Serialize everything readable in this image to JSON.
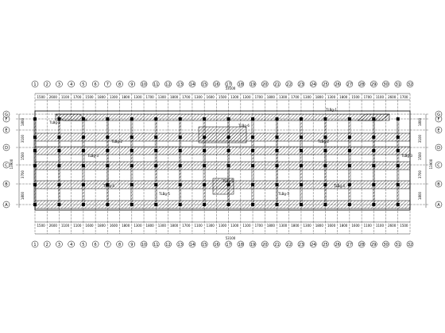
{
  "drawing": {
    "top_overall": "53100",
    "bottom_overall": "53100",
    "top_segments": [
      "1500",
      "2600",
      "1100",
      "1700",
      "1500",
      "1800",
      "1300",
      "1800",
      "1300",
      "1700",
      "1300",
      "1800",
      "1700",
      "1300",
      "1600",
      "1500",
      "1300",
      "1300",
      "1700",
      "1800",
      "1300",
      "1700",
      "1300",
      "1800",
      "1300",
      "1800",
      "1500",
      "1700",
      "1100",
      "2600",
      "1700"
    ],
    "bottom_segments": [
      "1500",
      "2600",
      "1100",
      "1100",
      "1600",
      "1800",
      "1600",
      "1800",
      "1300",
      "1800",
      "1300",
      "1800",
      "1700",
      "1100",
      "1300",
      "1300",
      "1300",
      "1100",
      "1700",
      "1800",
      "1300",
      "1800",
      "1300",
      "1800",
      "1600",
      "1800",
      "1600",
      "1100",
      "1100",
      "2600",
      "1500"
    ],
    "grid_rows": [
      "A",
      "B",
      "C",
      "D",
      "E",
      "F",
      "G"
    ],
    "left_dims": [
      "1800",
      "3100",
      "1500",
      "3700",
      "1800"
    ],
    "left_total": "13900",
    "right_dims": [
      "1800",
      "3100",
      "1500",
      "3700",
      "1800"
    ],
    "right_total": "13900",
    "beam_tags": [
      "TLBg-1",
      "TLBg-1",
      "TLBg-2",
      "TLBg-2",
      "TLBg-3",
      "TLBg-3",
      "TLBg-4",
      "TLBg-4",
      "TLBg-5",
      "TLBg-5",
      "TLBg-6",
      "TLBg-6"
    ],
    "colors": {
      "ink": "#000000",
      "paper": "#ffffff"
    }
  }
}
